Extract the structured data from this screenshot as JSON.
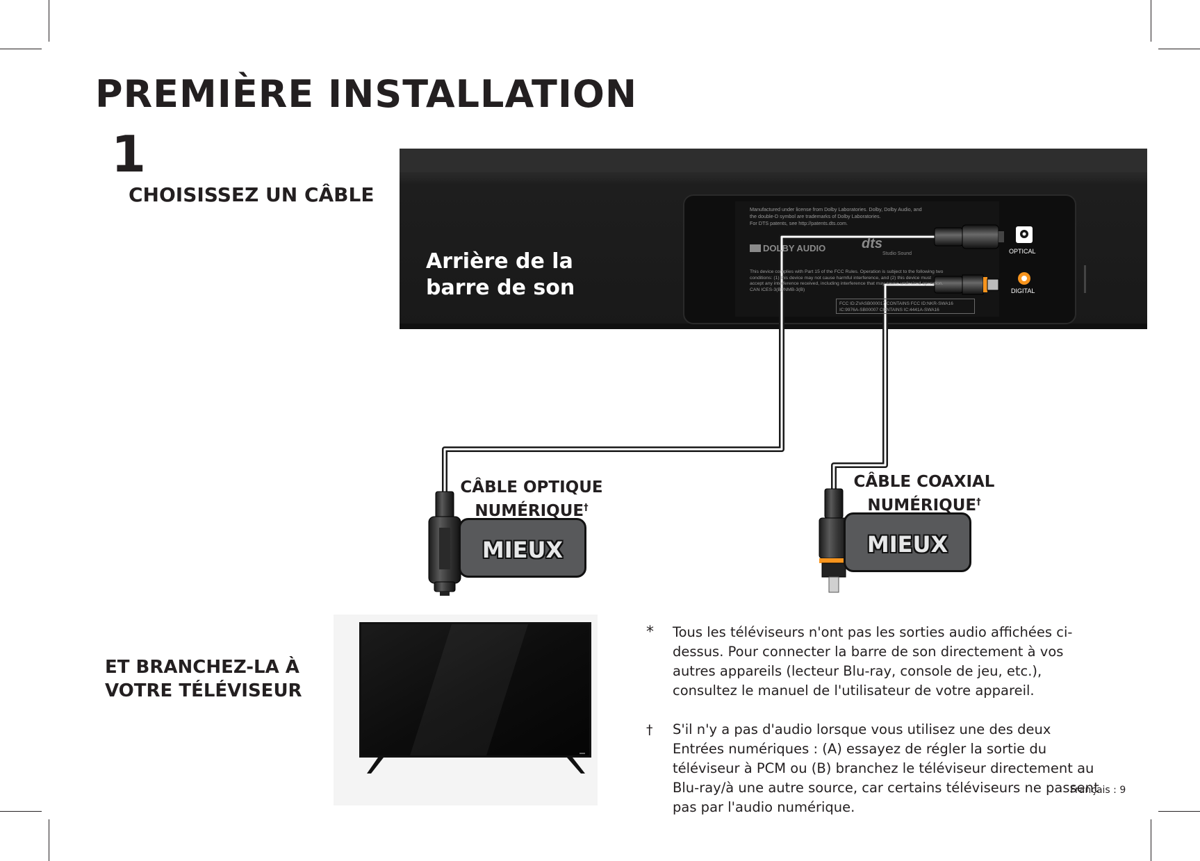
{
  "page": {
    "title": "PREMIÈRE INSTALLATION",
    "page_number": "Français : 9"
  },
  "step": {
    "number": "1",
    "choose_label": "CHOISISSEZ UN CÂBLE",
    "connect_label": "ET BRANCHEZ-LA À VOTRE TÉLÉVISEUR"
  },
  "soundbar": {
    "label": "Arrière de la barre de son",
    "panel_text": {
      "license": [
        "Manufactured under license from Dolby Laboratories. Dolby, Dolby Audio, and",
        "the double-D symbol are trademarks of Dolby Laboratories.",
        "For DTS patents, see http://patents.dts.com."
      ],
      "dolby_logo": "DOLBY AUDIO",
      "dts_logo": "dts",
      "dts_sub": "Studio Sound",
      "fcc": [
        "This device complies with Part 15 of the FCC Rules. Operation is subject to the following two",
        "conditions: (1) this device may not cause harmful interference, and (2) this device must",
        "accept any interference received, including interference that may cause undesired operation.",
        "CAN ICES-3(B)/NMB-3(B)"
      ],
      "ids": [
        "FCC ID:ZVASB000017   CONTAINS FCC ID:NKR-SWA16",
        "IC:9976A-SB00007         CONTAINS IC:4441A-SWA16"
      ]
    },
    "ports": {
      "optical": "OPTICAL",
      "digital": "DIGITAL"
    }
  },
  "cables": [
    {
      "name": "CÂBLE OPTIQUE",
      "name2": "NUMÉRIQUE",
      "dagger": "†",
      "rating": "MIEUX"
    },
    {
      "name": "CÂBLE COAXIAL",
      "name2": "NUMÉRIQUE",
      "dagger": "†",
      "rating": "MIEUX"
    }
  ],
  "notes": [
    {
      "mark": "*",
      "text": "Tous les téléviseurs n'ont pas les sorties audio affichées ci-dessus. Pour connecter la barre de son directement à vos autres appareils (lecteur Blu-ray, console de jeu, etc.), consultez le manuel de l'utilisateur de votre appareil."
    },
    {
      "mark": "†",
      "text": "S'il n'y a pas d'audio lorsque vous utilisez une des deux Entrées numériques : (A) essayez de régler la sortie du téléviseur à PCM ou (B) branchez le téléviseur directement au Blu-ray/à une autre source, car certains téléviseurs ne passent pas par l'audio numérique."
    }
  ],
  "colors": {
    "text": "#231f20",
    "soundbar": "#1c1c1c",
    "badge": "#58595b",
    "coax_ring": "#f7941d",
    "digital_port": "#f7941d"
  }
}
